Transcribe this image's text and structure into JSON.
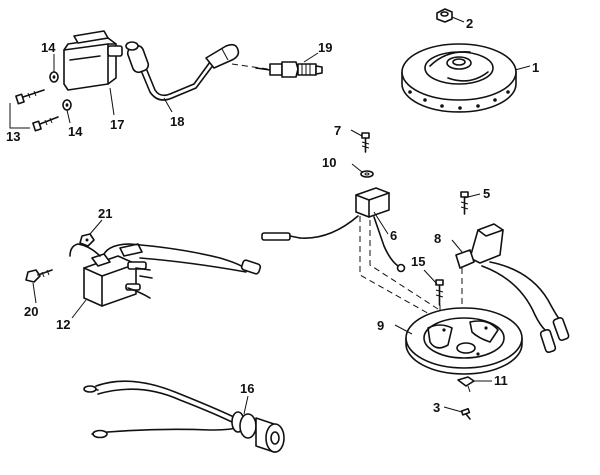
{
  "callouts": {
    "c1": "1",
    "c2": "2",
    "c3": "3",
    "c5": "5",
    "c6": "6",
    "c7": "7",
    "c8": "8",
    "c9": "9",
    "c10": "10",
    "c11": "11",
    "c12": "12",
    "c13": "13",
    "c14a": "14",
    "c14b": "14",
    "c15": "15",
    "c16": "16",
    "c17": "17",
    "c18": "18",
    "c19": "19",
    "c20": "20",
    "c21": "21"
  }
}
